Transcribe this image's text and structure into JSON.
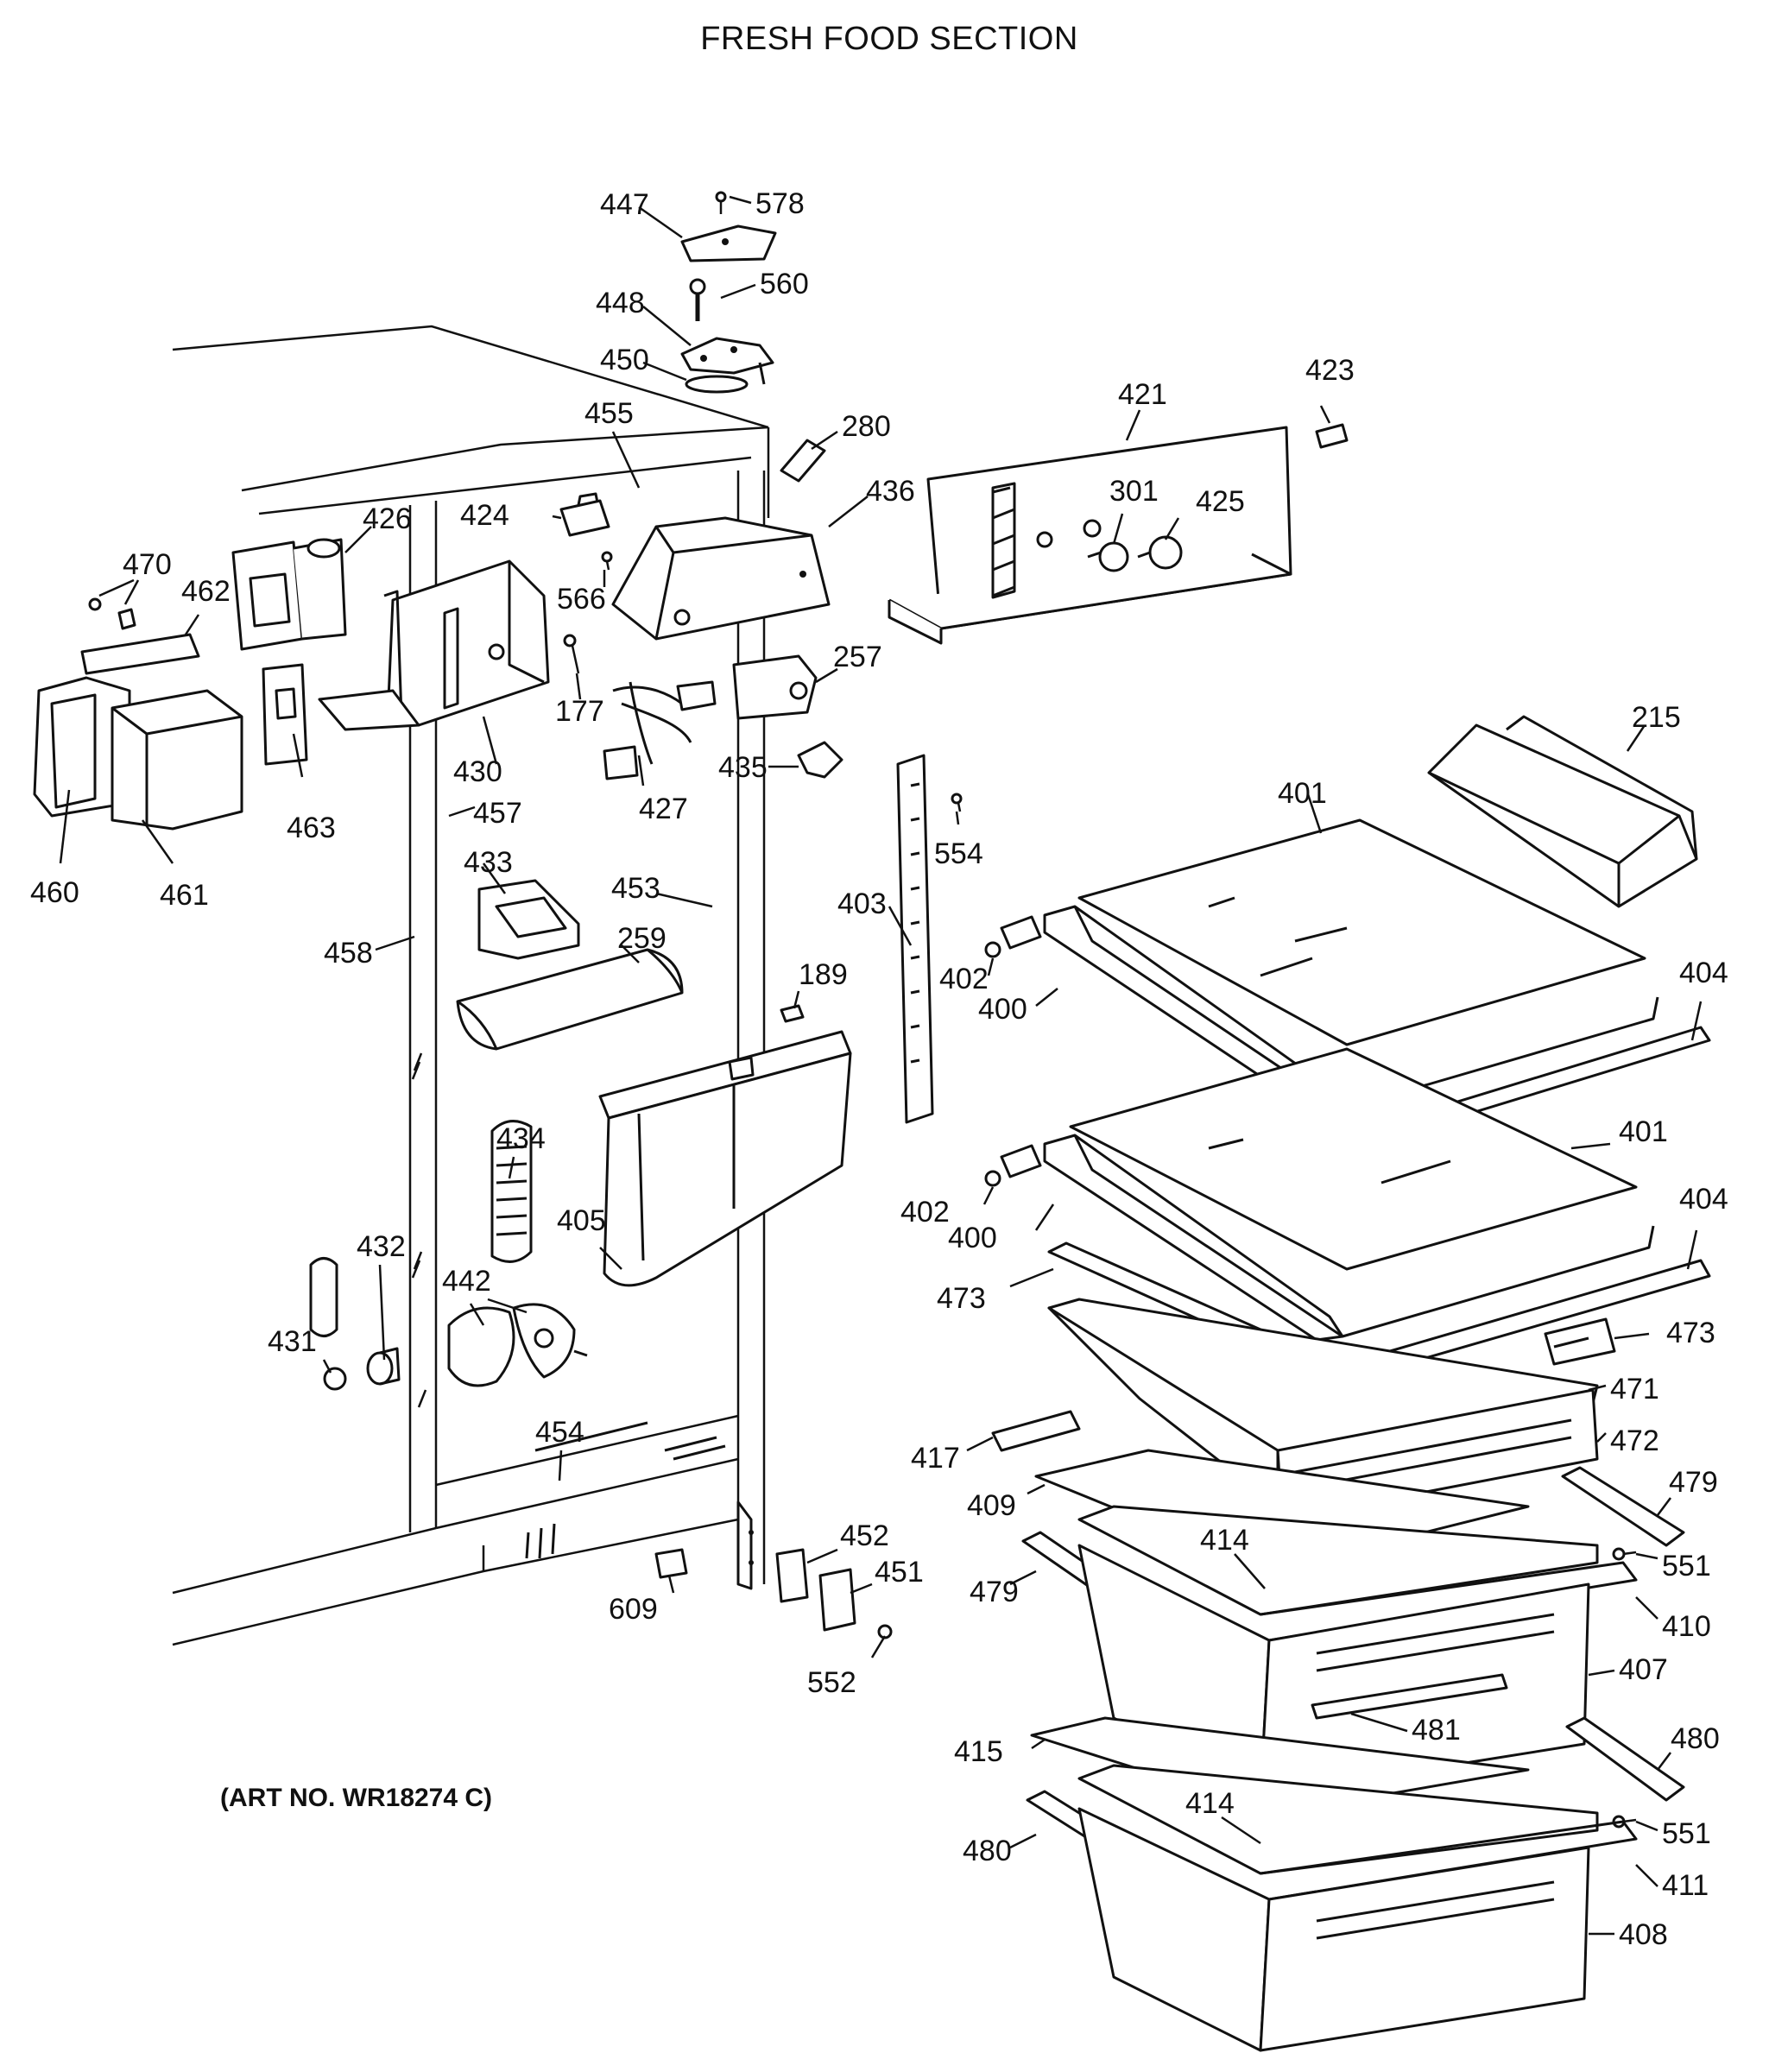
{
  "title": "FRESH FOOD SECTION",
  "art_number": "(ART NO. WR18274 C)",
  "callouts": [
    {
      "id": "c447",
      "text": "447"
    },
    {
      "id": "c578",
      "text": "578"
    },
    {
      "id": "c560",
      "text": "560"
    },
    {
      "id": "c448",
      "text": "448"
    },
    {
      "id": "c450",
      "text": "450"
    },
    {
      "id": "c280",
      "text": "280"
    },
    {
      "id": "c455",
      "text": "455"
    },
    {
      "id": "c421",
      "text": "421"
    },
    {
      "id": "c423",
      "text": "423"
    },
    {
      "id": "c436",
      "text": "436"
    },
    {
      "id": "c301",
      "text": "301"
    },
    {
      "id": "c425",
      "text": "425"
    },
    {
      "id": "c424",
      "text": "424"
    },
    {
      "id": "c426",
      "text": "426"
    },
    {
      "id": "c470",
      "text": "470"
    },
    {
      "id": "c462",
      "text": "462"
    },
    {
      "id": "c566",
      "text": "566"
    },
    {
      "id": "c177",
      "text": "177"
    },
    {
      "id": "c257",
      "text": "257"
    },
    {
      "id": "c430",
      "text": "430"
    },
    {
      "id": "c435",
      "text": "435"
    },
    {
      "id": "c427",
      "text": "427"
    },
    {
      "id": "c215",
      "text": "215"
    },
    {
      "id": "c457",
      "text": "457"
    },
    {
      "id": "c463",
      "text": "463"
    },
    {
      "id": "c460",
      "text": "460"
    },
    {
      "id": "c461",
      "text": "461"
    },
    {
      "id": "c401a",
      "text": "401"
    },
    {
      "id": "c554",
      "text": "554"
    },
    {
      "id": "c433",
      "text": "433"
    },
    {
      "id": "c453",
      "text": "453"
    },
    {
      "id": "c403",
      "text": "403"
    },
    {
      "id": "c458",
      "text": "458"
    },
    {
      "id": "c259",
      "text": "259"
    },
    {
      "id": "c189",
      "text": "189"
    },
    {
      "id": "c402a",
      "text": "402"
    },
    {
      "id": "c400a",
      "text": "400"
    },
    {
      "id": "c404a",
      "text": "404"
    },
    {
      "id": "c401b",
      "text": "401"
    },
    {
      "id": "c434",
      "text": "434"
    },
    {
      "id": "c405",
      "text": "405"
    },
    {
      "id": "c402b",
      "text": "402"
    },
    {
      "id": "c400b",
      "text": "400"
    },
    {
      "id": "c404b",
      "text": "404"
    },
    {
      "id": "c432",
      "text": "432"
    },
    {
      "id": "c442",
      "text": "442"
    },
    {
      "id": "c473a",
      "text": "473"
    },
    {
      "id": "c473b",
      "text": "473"
    },
    {
      "id": "c431",
      "text": "431"
    },
    {
      "id": "c471",
      "text": "471"
    },
    {
      "id": "c454",
      "text": "454"
    },
    {
      "id": "c472",
      "text": "472"
    },
    {
      "id": "c417",
      "text": "417"
    },
    {
      "id": "c479a",
      "text": "479"
    },
    {
      "id": "c409",
      "text": "409"
    },
    {
      "id": "c452",
      "text": "452"
    },
    {
      "id": "c414a",
      "text": "414"
    },
    {
      "id": "c551a",
      "text": "551"
    },
    {
      "id": "c451",
      "text": "451"
    },
    {
      "id": "c479b",
      "text": "479"
    },
    {
      "id": "c609",
      "text": "609"
    },
    {
      "id": "c410",
      "text": "410"
    },
    {
      "id": "c552",
      "text": "552"
    },
    {
      "id": "c407",
      "text": "407"
    },
    {
      "id": "c481",
      "text": "481"
    },
    {
      "id": "c480a",
      "text": "480"
    },
    {
      "id": "c415",
      "text": "415"
    },
    {
      "id": "c414b",
      "text": "414"
    },
    {
      "id": "c551b",
      "text": "551"
    },
    {
      "id": "c480b",
      "text": "480"
    },
    {
      "id": "c411",
      "text": "411"
    },
    {
      "id": "c408",
      "text": "408"
    }
  ]
}
